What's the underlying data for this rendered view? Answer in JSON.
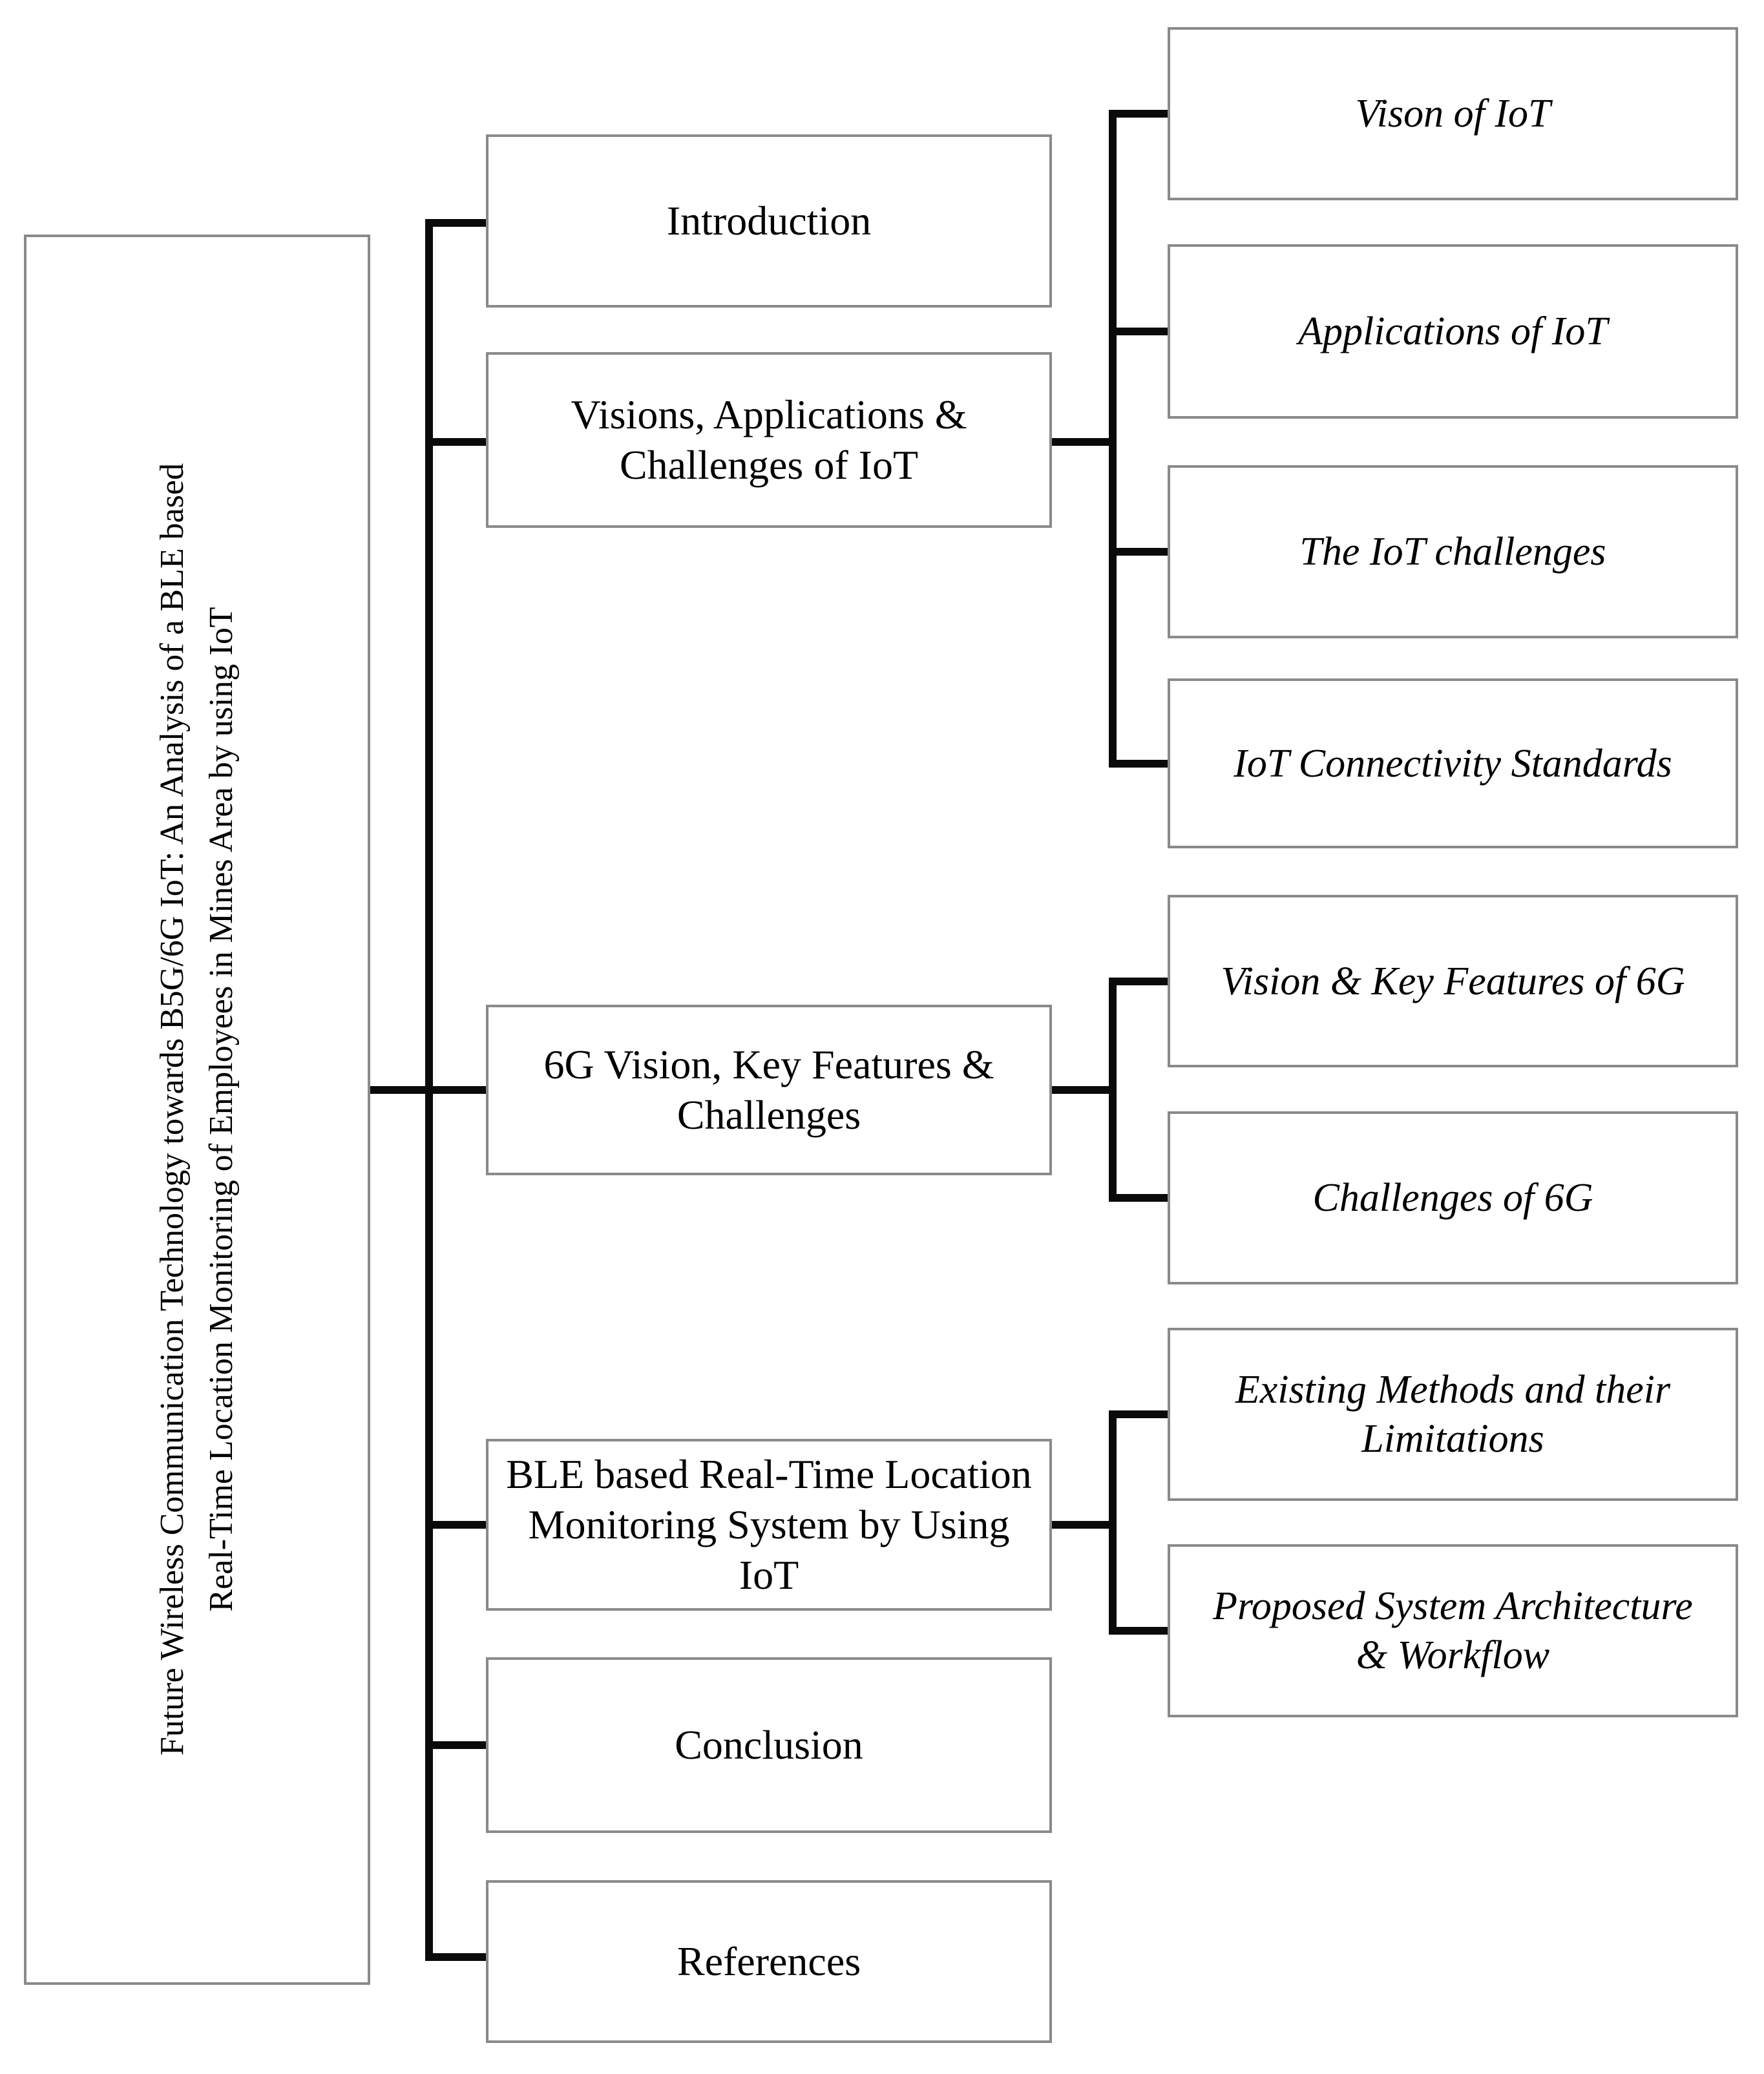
{
  "diagram_title": "Paper structure tree diagram",
  "title_box": {
    "line1": "Future Wireless Communication Technology towards B5G/6G IoT: An Analysis of a BLE based",
    "line2": "Real-Time Location Monitoring of Employees in Mines Area by using IoT"
  },
  "middle": [
    {
      "id": "introduction",
      "label": "Introduction"
    },
    {
      "id": "visions-applications-challenges-iot",
      "label": "Visions, Applications &\nChallenges of IoT"
    },
    {
      "id": "6g-vision-key-features-challenges",
      "label": "6G Vision, Key Features &\nChallenges"
    },
    {
      "id": "ble-realtime-location-monitoring",
      "label": "BLE based Real-Time Location\nMonitoring System by Using\nIoT"
    },
    {
      "id": "conclusion",
      "label": "Conclusion"
    },
    {
      "id": "references",
      "label": "References"
    }
  ],
  "right": [
    {
      "id": "vison-of-iot",
      "label": "Vison of IoT"
    },
    {
      "id": "applications-of-iot",
      "label": "Applications of IoT"
    },
    {
      "id": "the-iot-challenges",
      "label": "The IoT challenges"
    },
    {
      "id": "iot-connectivity-standards",
      "label": "IoT Connectivity Standards"
    },
    {
      "id": "vision-key-features-of-6g",
      "label": "Vision & Key Features of 6G"
    },
    {
      "id": "challenges-of-6g",
      "label": "Challenges of 6G"
    },
    {
      "id": "existing-methods-limitations",
      "label": "Existing Methods and their\nLimitations"
    },
    {
      "id": "proposed-system-architecture-workflow",
      "label": "Proposed System Architecture\n& Workflow"
    }
  ],
  "colors": {
    "background": "#ffffff",
    "text": "#000000",
    "connector_line": "#0a0a0a",
    "box_border": "#8a8a8a"
  }
}
